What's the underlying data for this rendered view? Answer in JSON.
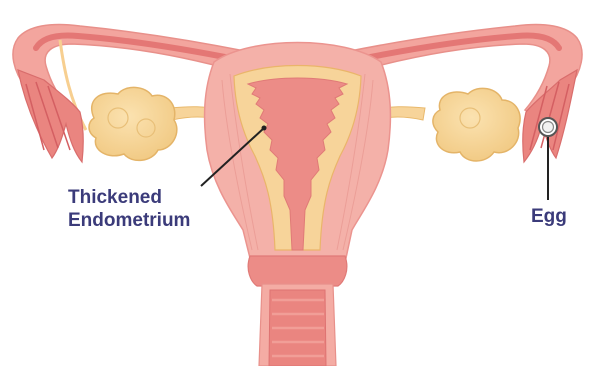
{
  "labels": {
    "endometrium_line1": "Thickened",
    "endometrium_line2": "Endometrium",
    "egg": "Egg"
  },
  "colors": {
    "label_text": "#3b3b7a",
    "outer_wall": "#f2a6a0",
    "wall_stripe": "#e8898a",
    "endometrium": "#f7d49a",
    "cavity": "#ec8a86",
    "ovary": "#f4d397",
    "ovary_outline": "#e6b86d",
    "tube_dark": "#e06767",
    "egg_ring": "#555555",
    "background": "#ffffff"
  }
}
